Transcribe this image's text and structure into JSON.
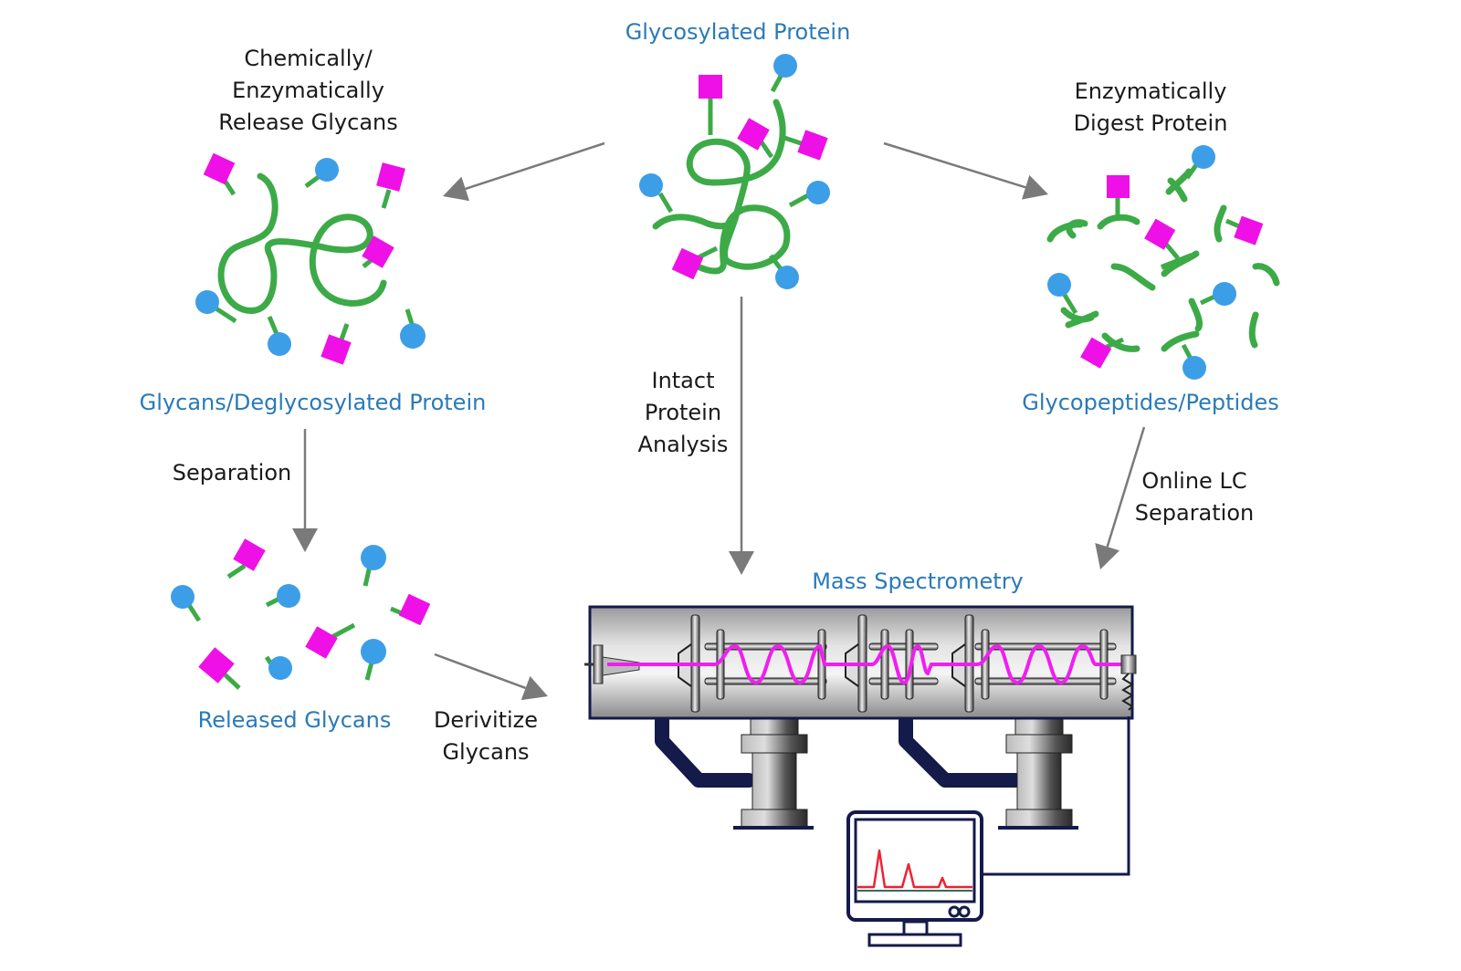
{
  "title": "Glycoprotein analysis workflow",
  "colors": {
    "protein_chain": "#3daa48",
    "glycan_square": "#ee10e6",
    "glycan_circle": "#3d9ee8",
    "arrow": "#7a7a7a",
    "label_blue": "#2a7ab8",
    "label_dark": "#1a1a1a",
    "instrument_outline": "#141a4a",
    "ion_path": "#f01ef0",
    "spectrum_trace": "#ee2233"
  },
  "nodes": {
    "glycosylated_protein": {
      "label": "Glycosylated Protein"
    },
    "glycans_deglycosylated": {
      "label": "Glycans/Deglycosylated Protein"
    },
    "glycopeptides": {
      "label": "Glycopeptides/Peptides"
    },
    "released_glycans": {
      "label": "Released Glycans"
    },
    "mass_spectrometry": {
      "label": "Mass Spectrometry"
    }
  },
  "steps": {
    "release": {
      "lines": [
        "Chemically/",
        "Enzymatically",
        "Release Glycans"
      ]
    },
    "digest": {
      "lines": [
        "Enzymatically",
        "Digest Protein"
      ]
    },
    "intact": {
      "lines": [
        "Intact",
        "Protein",
        "Analysis"
      ]
    },
    "separation": {
      "lines": [
        "Separation"
      ]
    },
    "online_lc": {
      "lines": [
        "Online LC",
        "Separation"
      ]
    },
    "derivitize": {
      "lines": [
        "Derivitize",
        "Glycans"
      ]
    }
  },
  "icons": {
    "glycan_square": "pink-square-glycan-icon",
    "glycan_circle": "blue-circle-glycan-icon",
    "monitor": "computer-monitor-icon"
  }
}
